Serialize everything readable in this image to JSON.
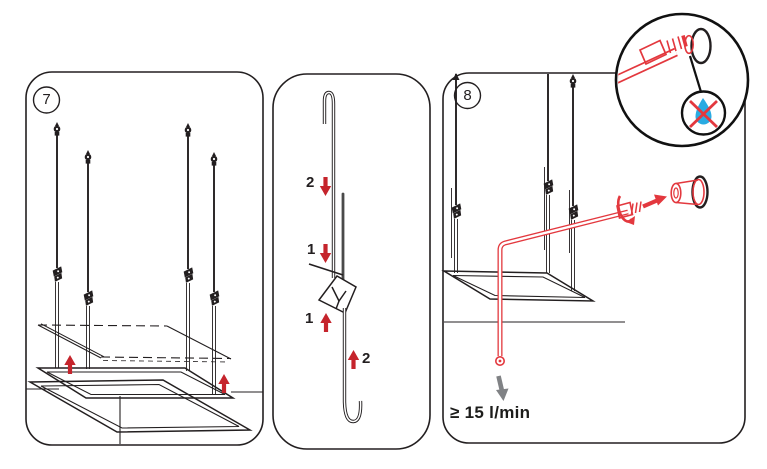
{
  "figure": {
    "step7": {
      "number": "7"
    },
    "hook_detail": {
      "step_labels": [
        "2",
        "1",
        "1",
        "2"
      ]
    },
    "step8": {
      "number": "8",
      "flow_rate": "≥ 15 l/min"
    }
  },
  "icons": {
    "droplet": "water-drop-icon",
    "crossout": "no-water-crossout-icon",
    "rotation": "pipe-rotation-arrow-icon",
    "insert": "insert-direction-arrow-icon",
    "lift": "lift-up-arrow-icon",
    "flow": "flow-direction-arrow-icon"
  },
  "colors": {
    "line": "#231f20",
    "accent_red": "#c5242c",
    "pipe_red": "#e3383e",
    "droplet_blue": "#29abe2",
    "gray_arrow": "#808285"
  }
}
